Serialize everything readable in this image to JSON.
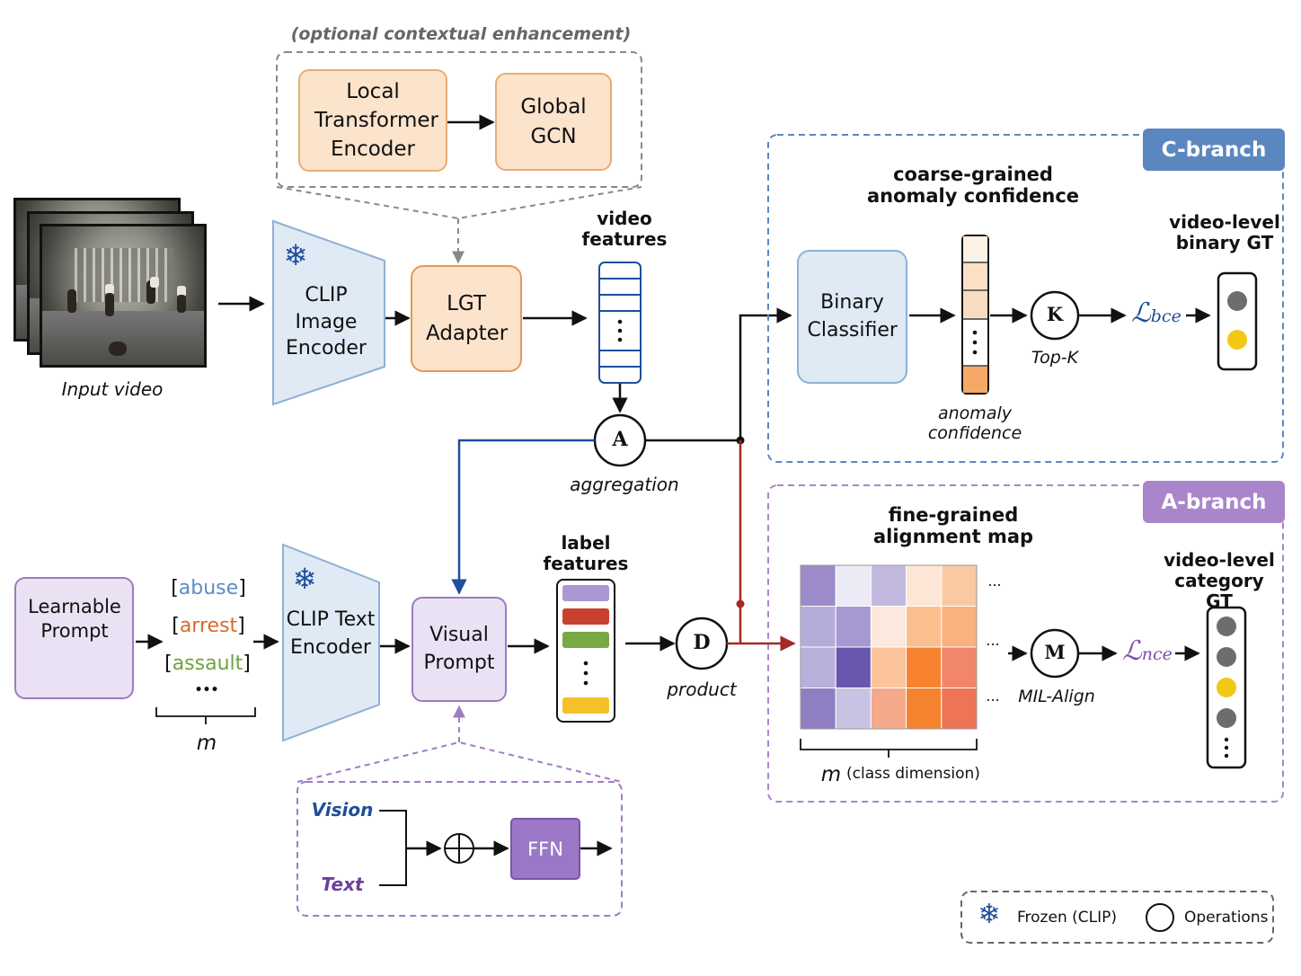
{
  "input": {
    "caption": "Input video"
  },
  "optional": {
    "title": "(optional contextual enhancement)",
    "local": "Local Transformer Encoder",
    "global": "Global GCN"
  },
  "clip_image_encoder": "CLIP Image Encoder",
  "lgt_adapter": "LGT Adapter",
  "video_features": "video features",
  "aggregation": {
    "symbol": "A",
    "label": "aggregation"
  },
  "product": {
    "symbol": "D",
    "label": "product"
  },
  "learnable_prompt": "Learnable Prompt",
  "labels": {
    "abuse": "abuse",
    "arrest": "arrest",
    "assault": "assault",
    "ellipsis": "•••",
    "m": "m"
  },
  "clip_text_encoder": "CLIP Text Encoder",
  "visual_prompt": "Visual Prompt",
  "label_features": "label features",
  "vp_detail": {
    "vision": "Vision",
    "text": "Text",
    "ffn": "FFN"
  },
  "c_branch": {
    "tag": "C-branch",
    "title": "coarse-grained anomaly confidence",
    "classifier": "Binary Classifier",
    "conf_label": "anomaly confidence",
    "op": "K",
    "op_label": "Top-K",
    "loss": "ℒ",
    "loss_sub": "bce",
    "gt": "video-level binary GT"
  },
  "a_branch": {
    "tag": "A-branch",
    "title": "fine-grained alignment map",
    "op": "M",
    "op_label": "MIL-Align",
    "loss": "ℒ",
    "loss_sub": "nce",
    "gt": "video-level category GT",
    "m": "m",
    "class_dim": "(class dimension)",
    "dots": "...",
    "heatmap": [
      [
        "#9c8bc8",
        "#ecebf5",
        "#c3b9de",
        "#fde6d6",
        "#fbc9a1"
      ],
      [
        "#b6acd9",
        "#a698d0",
        "#fde8de",
        "#fbbf8f",
        "#f9b27e"
      ],
      [
        "#b9b0db",
        "#6a56ae",
        "#fbc49a",
        "#f7822f",
        "#f1866c"
      ],
      [
        "#8f7fc2",
        "#c8c3e2",
        "#f4a98a",
        "#f5832f",
        "#ee7456"
      ]
    ]
  },
  "legend": {
    "frozen": "Frozen (CLIP)",
    "ops": "Operations"
  },
  "colors": {
    "frozen_fill": "#dfeaf5",
    "frozen_stroke": "#8fb0d3",
    "adapter_fill": "#fbe3cc",
    "adapter_stroke": "#e49a55",
    "purple_fill": "#ebe1f4",
    "purple_stroke": "#9c7bbf",
    "cbranch": "#5b87c0",
    "abranch": "#a985cc",
    "blue_line": "#1f4e9a",
    "red_line": "#a42a26",
    "dash_purple": "#a07cc6",
    "loss_blue": "#1f4e9a",
    "loss_purple": "#7b4fb0",
    "gt_yellow": "#f4c715",
    "gt_gray": "#6d6d6d"
  }
}
